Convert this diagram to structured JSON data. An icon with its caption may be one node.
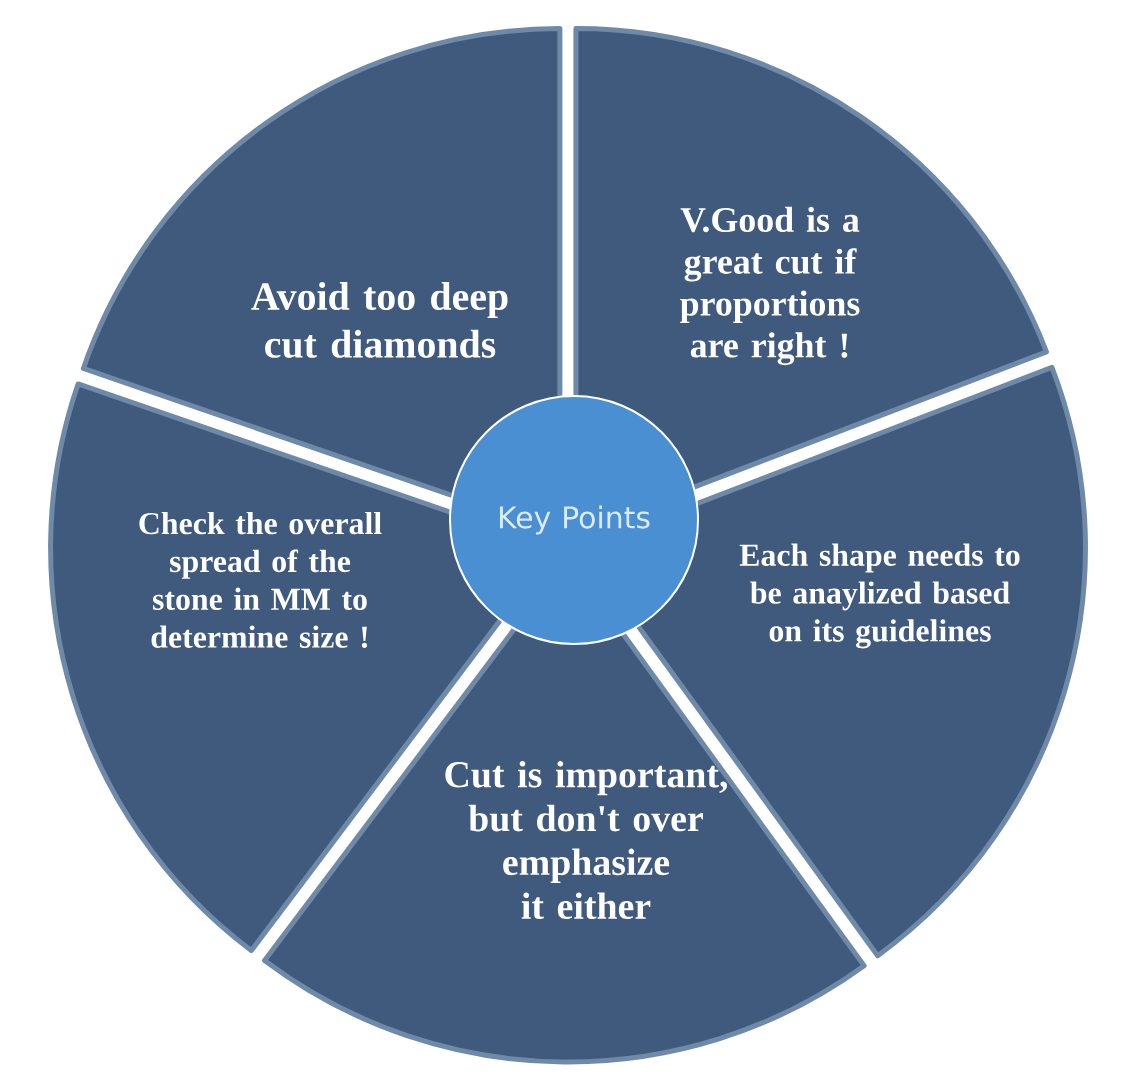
{
  "diagram": {
    "nodes": [
      {
        "text": [
          "Avoid too deep cut diamonds"
        ]
      },
      {
        "text": [
          "V.Good is a great cut if proportions are right !"
        ]
      },
      {
        "text": [
          "Key Points"
        ]
      },
      {
        "text": [
          "Check the overall spread of the stone in MM to determine size !"
        ]
      },
      {
        "text": [
          "Each shape needs to be anaylized based on its guidelines"
        ]
      },
      {
        "text": [
          "Cut is important, but don't over emphasize it either"
        ]
      }
    ]
  }
}
